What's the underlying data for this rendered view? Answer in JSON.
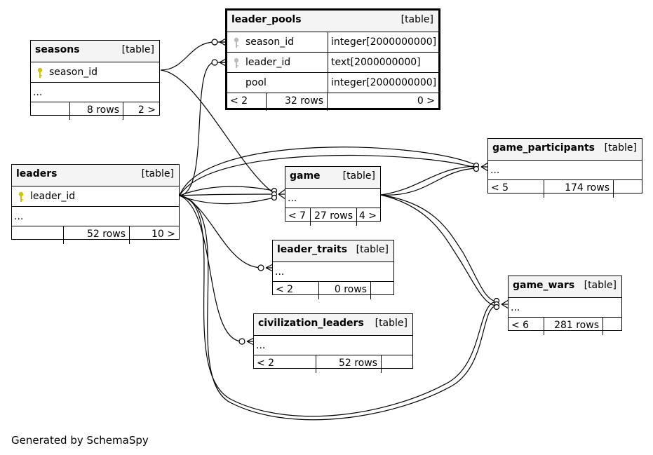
{
  "credit": "Generated by SchemaSpy",
  "tables": {
    "leader_pools": {
      "name": "leader_pools",
      "kind": "[table]",
      "columns": [
        {
          "name": "season_id",
          "type": "integer[2000000000]",
          "key": "foreign"
        },
        {
          "name": "leader_id",
          "type": "text[2000000000]",
          "key": "foreign"
        },
        {
          "name": "pool",
          "type": "integer[2000000000]",
          "key": "none"
        }
      ],
      "footer": [
        "< 2",
        "32 rows",
        "0 >"
      ]
    },
    "seasons": {
      "name": "seasons",
      "kind": "[table]",
      "columns": [
        {
          "name": "season_id",
          "key": "primary"
        }
      ],
      "ellipsis": "...",
      "footer": [
        "",
        "8 rows",
        "2 >"
      ]
    },
    "leaders": {
      "name": "leaders",
      "kind": "[table]",
      "columns": [
        {
          "name": "leader_id",
          "key": "primary"
        }
      ],
      "ellipsis": "...",
      "footer": [
        "",
        "52 rows",
        "10 >"
      ]
    },
    "game": {
      "name": "game",
      "kind": "[table]",
      "ellipsis": "...",
      "footer": [
        "< 7",
        "27 rows",
        "4 >"
      ]
    },
    "game_participants": {
      "name": "game_participants",
      "kind": "[table]",
      "ellipsis": "...",
      "footer": [
        "< 5",
        "174 rows",
        ""
      ]
    },
    "leader_traits": {
      "name": "leader_traits",
      "kind": "[table]",
      "ellipsis": "...",
      "footer": [
        "< 2",
        "0 rows",
        ""
      ]
    },
    "game_wars": {
      "name": "game_wars",
      "kind": "[table]",
      "ellipsis": "...",
      "footer": [
        "< 6",
        "281 rows",
        ""
      ]
    },
    "civilization_leaders": {
      "name": "civilization_leaders",
      "kind": "[table]",
      "ellipsis": "...",
      "footer": [
        "< 2",
        "52 rows",
        ""
      ]
    }
  },
  "relationships": [
    {
      "parent": "seasons.season_id",
      "child": "leader_pools.season_id"
    },
    {
      "parent": "seasons.season_id",
      "child": "game"
    },
    {
      "parent": "leaders.leader_id",
      "child": "leader_pools.leader_id"
    },
    {
      "parent": "leaders.leader_id",
      "child": "game"
    },
    {
      "parent": "leaders.leader_id",
      "child": "game"
    },
    {
      "parent": "leaders.leader_id",
      "child": "game"
    },
    {
      "parent": "leaders.leader_id",
      "child": "game_participants"
    },
    {
      "parent": "leaders.leader_id",
      "child": "leader_traits"
    },
    {
      "parent": "leaders.leader_id",
      "child": "civilization_leaders"
    },
    {
      "parent": "leaders.leader_id",
      "child": "game_wars"
    },
    {
      "parent": "leaders.leader_id",
      "child": "game_wars"
    },
    {
      "parent": "game",
      "child": "game_participants"
    },
    {
      "parent": "game",
      "child": "game_participants"
    },
    {
      "parent": "game",
      "child": "game_wars"
    },
    {
      "parent": "game",
      "child": "game_wars"
    }
  ]
}
